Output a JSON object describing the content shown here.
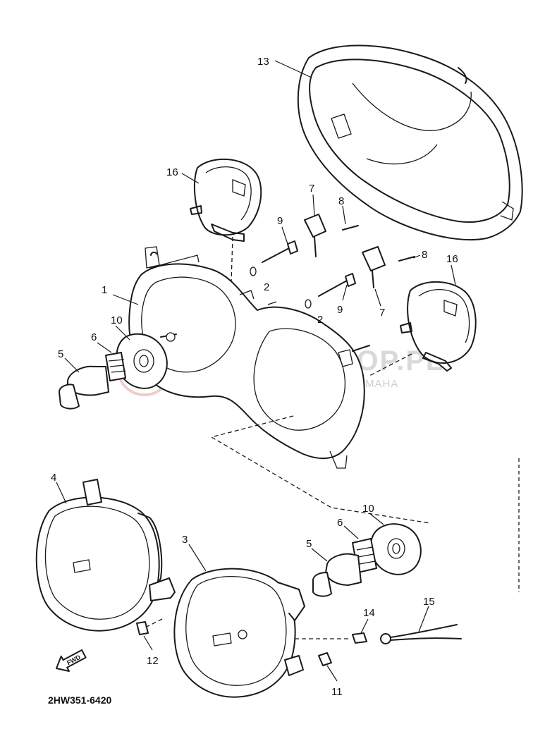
{
  "diagram_code": "2HW351-6420",
  "fwd_label": "FWD",
  "watermark": {
    "main": "YAMAHASHOP.PL",
    "sub": "WOJCIECHOWSKI | DEALER YAMAHA"
  },
  "callouts": [
    "1",
    "2",
    "2",
    "3",
    "4",
    "5",
    "5",
    "6",
    "6",
    "7",
    "7",
    "8",
    "8",
    "9",
    "9",
    "10",
    "10",
    "11",
    "12",
    "13",
    "14",
    "15",
    "16",
    "16"
  ],
  "colors": {
    "ink": "#1a1a1a",
    "watermark_logo": "#e8a0a0",
    "background": "#ffffff"
  }
}
